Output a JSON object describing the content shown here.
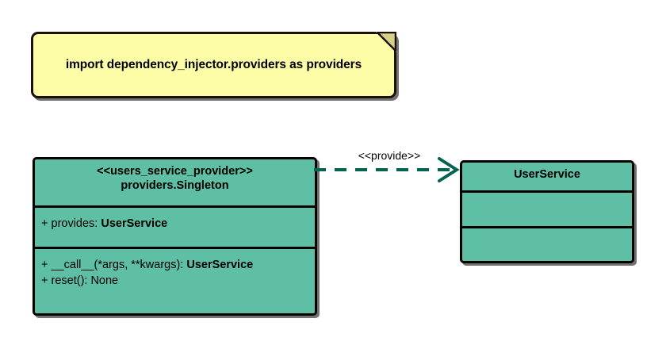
{
  "diagram": {
    "type": "uml-class-diagram",
    "background_color": "#FFFFFF",
    "class_fill_color": "#5FBFA5",
    "note_fill_color": "#FDFDA8",
    "connector_color": "#006450",
    "border_color": "#000000"
  },
  "note": {
    "text": "import dependency_injector.providers as providers"
  },
  "classes": [
    {
      "id": "users_service_provider",
      "stereotype": "<<users_service_provider>>",
      "name": "providers.Singleton",
      "attributes": [
        {
          "visibility": "+",
          "label": "provides: ",
          "type": "UserService"
        }
      ],
      "methods": [
        {
          "visibility": "+",
          "label": "__call__(*args, **kwargs): ",
          "type": "UserService"
        },
        {
          "visibility": "+",
          "label": "reset(): None",
          "type": ""
        }
      ]
    },
    {
      "id": "user_service",
      "stereotype": "",
      "name": "UserService",
      "attributes": [],
      "methods": []
    }
  ],
  "connector": {
    "label": "<<provide>>",
    "style": "dashed",
    "arrow": "open",
    "source": "users_service_provider",
    "target": "user_service"
  }
}
